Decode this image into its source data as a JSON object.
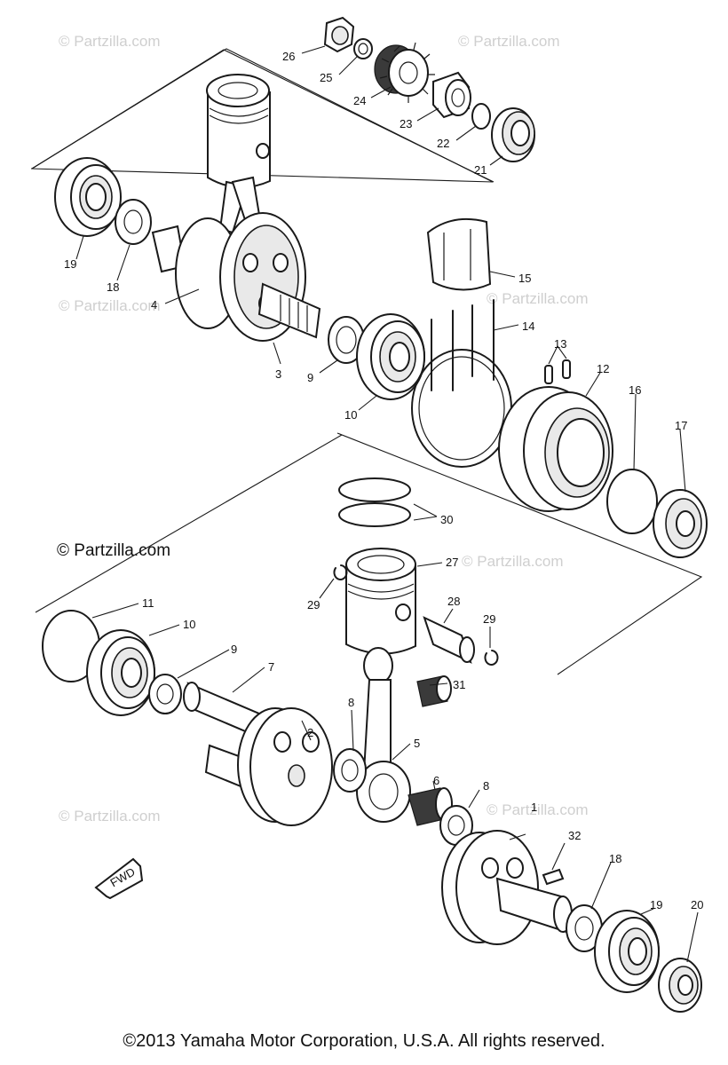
{
  "watermark": "© Partzilla.com",
  "copyright_inline": "© Partzilla.com",
  "footer": "©2013 Yamaha Motor Corporation, U.S.A. All rights reserved.",
  "fwd_label": "FWD",
  "callouts": {
    "upper": [
      "26",
      "25",
      "24",
      "23",
      "22",
      "21",
      "19",
      "18",
      "4",
      "3",
      "9",
      "10",
      "15",
      "14",
      "13",
      "12",
      "16",
      "17"
    ],
    "lower": [
      "30",
      "27",
      "29",
      "28",
      "29",
      "31",
      "11",
      "10",
      "9",
      "7",
      "2",
      "8",
      "5",
      "6",
      "8",
      "1",
      "32",
      "18",
      "19",
      "20"
    ]
  }
}
